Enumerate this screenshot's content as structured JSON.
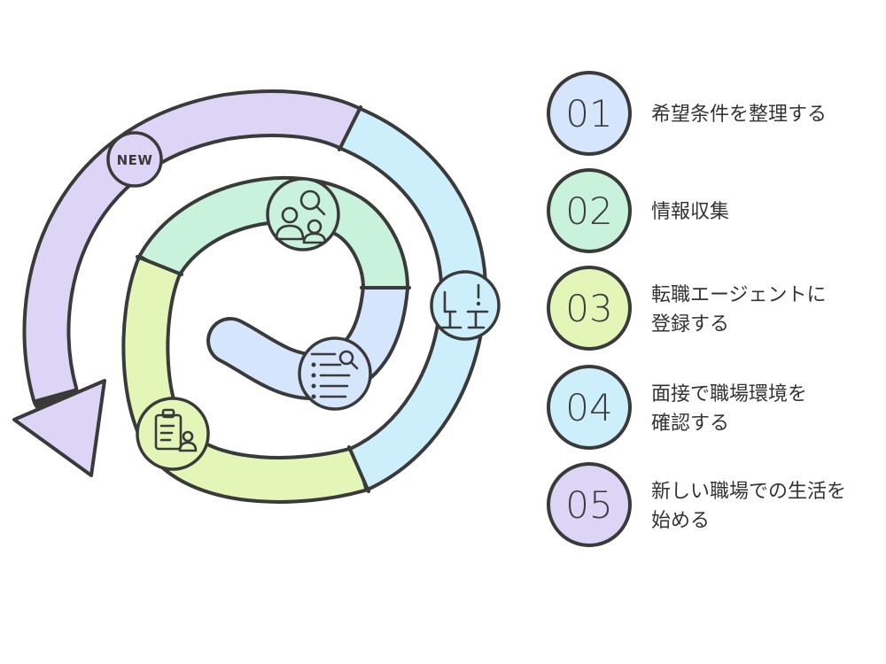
{
  "diagram": {
    "new_badge": "NEW"
  },
  "palette": {
    "lavender": "#ddd5f6",
    "cyan": "#cdeffb",
    "lime": "#e3f6b8",
    "mint": "#c8f2dc",
    "blue": "#d5e5fb"
  },
  "spiral_icons": [
    "new-badge",
    "desk-alert-icon",
    "people-search-icon",
    "clipboard-user-icon",
    "list-search-icon"
  ],
  "steps": [
    {
      "number": "01",
      "lines": [
        "希望条件を整理する"
      ],
      "color": "#d5e5fb"
    },
    {
      "number": "02",
      "lines": [
        "情報収集"
      ],
      "color": "#c8f2dc"
    },
    {
      "number": "03",
      "lines": [
        "転職エージェントに",
        "登録する"
      ],
      "color": "#e3f6b8"
    },
    {
      "number": "04",
      "lines": [
        "面接で職場環境を",
        "確認する"
      ],
      "color": "#cdeffb"
    },
    {
      "number": "05",
      "lines": [
        "新しい職場での生活を",
        "始める"
      ],
      "color": "#ddd5f6"
    }
  ]
}
